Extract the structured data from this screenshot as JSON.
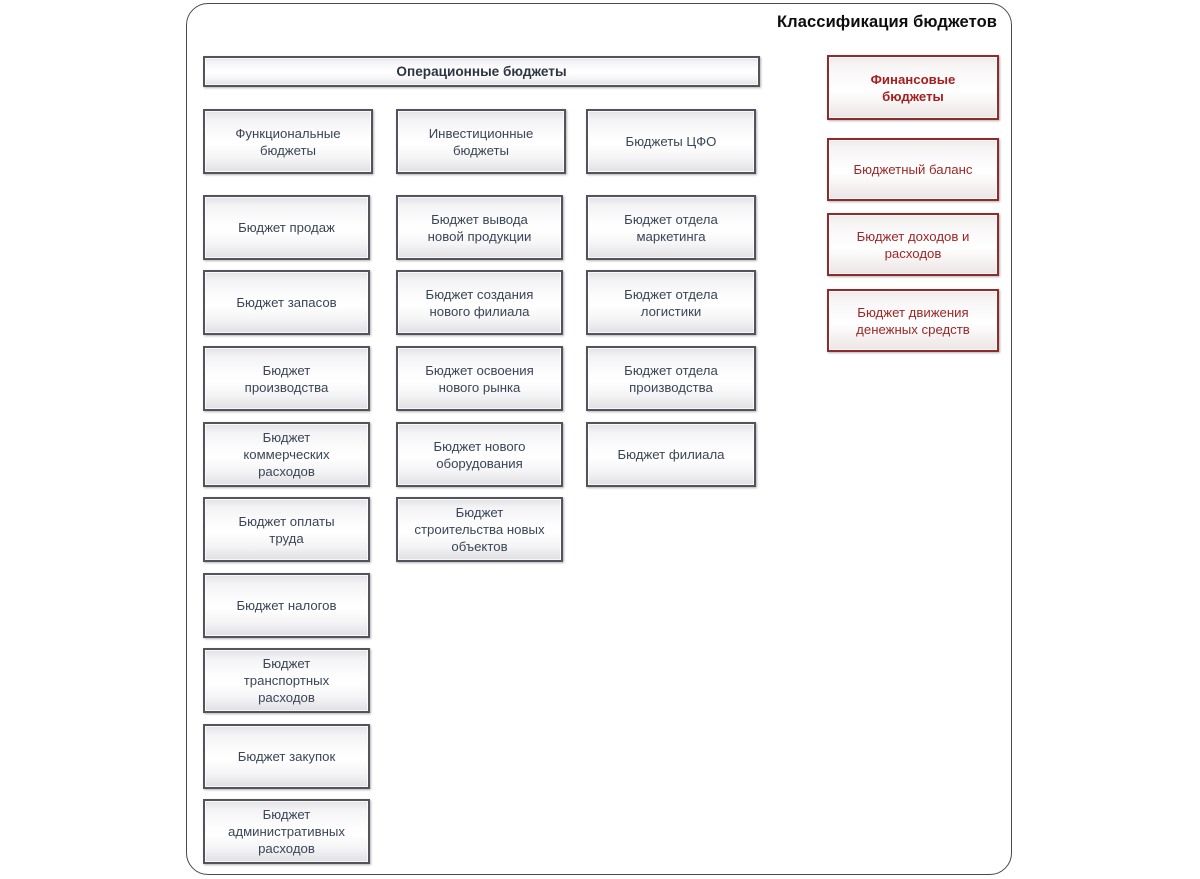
{
  "page": {
    "title": "Классификация бюджетов",
    "title_color": "#0d0d0d",
    "background": "#ffffff"
  },
  "colors": {
    "operational_border": "#53535b",
    "operational_text": "#3a4556",
    "financial_border": "#8e2c2c",
    "financial_text": "#9e2626",
    "frame_border": "#4a4a4a"
  },
  "operational": {
    "header": "Операционные бюджеты",
    "columns": [
      {
        "name": "functional",
        "head": "Функциональные\nбюджеты",
        "items": [
          "Бюджет продаж",
          "Бюджет запасов",
          "Бюджет\nпроизводства",
          "Бюджет\nкоммерческих\nрасходов",
          "Бюджет оплаты\nтруда",
          "Бюджет налогов",
          "Бюджет\nтранспортных\nрасходов",
          "Бюджет закупок",
          "Бюджет\nадминистративных\nрасходов"
        ]
      },
      {
        "name": "investment",
        "head": "Инвестиционные\nбюджеты",
        "items": [
          "Бюджет вывода\nновой продукции",
          "Бюджет создания\nнового филиала",
          "Бюджет освоения\nнового рынка",
          "Бюджет нового\nоборудования",
          "Бюджет\nстроительства новых\nобъектов"
        ]
      },
      {
        "name": "cfo",
        "head": "Бюджеты ЦФО",
        "items": [
          "Бюджет отдела\nмаркетинга",
          "Бюджет отдела\nлогистики",
          "Бюджет отдела\nпроизводства",
          "Бюджет филиала"
        ]
      }
    ]
  },
  "financial": {
    "header": "Финансовые\nбюджеты",
    "items": [
      "Бюджетный баланс",
      "Бюджет доходов и\nрасходов",
      "Бюджет движения\nденежных средств"
    ]
  }
}
